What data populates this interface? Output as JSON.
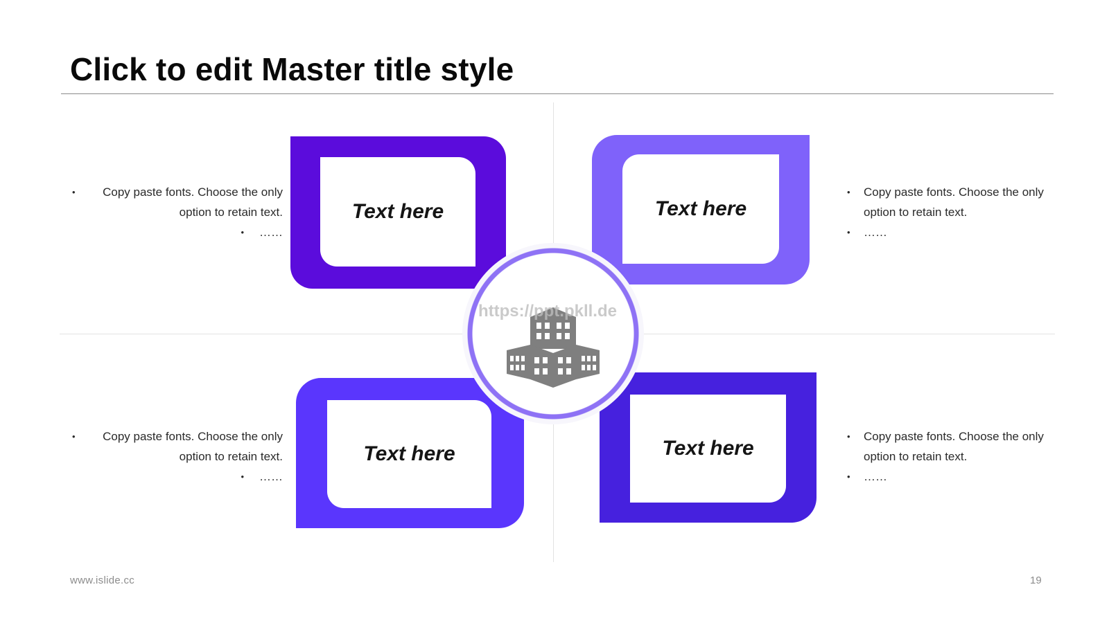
{
  "slide": {
    "title": "Click to edit Master title style",
    "footer_url": "www.islide.cc",
    "page_number": "19",
    "watermark": "https://ppt.pkll.de"
  },
  "cards": [
    {
      "label": "Text here",
      "color": "#5b0cdc"
    },
    {
      "label": "Text here",
      "color": "#7f62fa"
    },
    {
      "label": "Text here",
      "color": "#5a36fd"
    },
    {
      "label": "Text here",
      "color": "#4621de"
    }
  ],
  "blocks": [
    {
      "line1": "Copy paste fonts. Choose the only",
      "line2": "option to retain text.",
      "line3": "……"
    },
    {
      "line1": "Copy paste fonts. Choose the only",
      "line2": "option to retain text.",
      "line3": "……"
    },
    {
      "line1": "Copy paste fonts. Choose the only",
      "line2": "option to retain text.",
      "line3": "……"
    },
    {
      "line1": "Copy paste fonts. Choose the only",
      "line2": "option to retain text.",
      "line3": "……"
    }
  ],
  "hub": {
    "icon": "building-icon"
  }
}
